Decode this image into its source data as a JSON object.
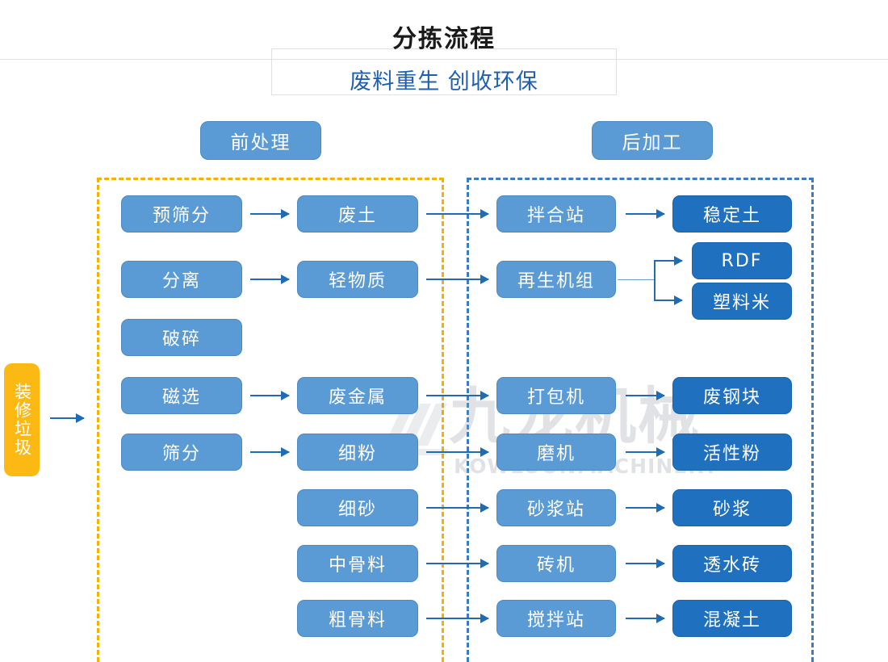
{
  "header": {
    "title": "分拣流程",
    "subtitle": "废料重生 创收环保"
  },
  "sections": {
    "pre_label": "前处理",
    "post_label": "后加工"
  },
  "input": {
    "label": "装修垃圾"
  },
  "watermark": {
    "cn": "九龙机械",
    "en": "KOWLOONMACHINERY"
  },
  "colors": {
    "light_blue": "#5b9bd5",
    "dark_blue": "#2070c0",
    "arrow_blue": "#1f6cb5",
    "orange_dash": "#f5b301",
    "blue_dash": "#3a7ebf",
    "input_yellow": "#fdb913",
    "subtitle_blue": "#1f5fb0"
  },
  "flow": {
    "col1": [
      {
        "label": "预筛分"
      },
      {
        "label": "分离"
      },
      {
        "label": "破碎"
      },
      {
        "label": "磁选"
      },
      {
        "label": "筛分"
      }
    ],
    "col2": [
      {
        "label": "废土"
      },
      {
        "label": "轻物质"
      },
      {
        "label": "废金属"
      },
      {
        "label": "细粉"
      },
      {
        "label": "细砂"
      },
      {
        "label": "中骨料"
      },
      {
        "label": "粗骨料"
      }
    ],
    "col3": [
      {
        "label": "拌合站"
      },
      {
        "label": "再生机组"
      },
      {
        "label": "打包机"
      },
      {
        "label": "磨机"
      },
      {
        "label": "砂浆站"
      },
      {
        "label": "砖机"
      },
      {
        "label": "搅拌站"
      }
    ],
    "col4": [
      {
        "label": "稳定土"
      },
      {
        "label": "RDF"
      },
      {
        "label": "塑料米"
      },
      {
        "label": "废钢块"
      },
      {
        "label": "活性粉"
      },
      {
        "label": "砂浆"
      },
      {
        "label": "透水砖"
      },
      {
        "label": "混凝土"
      }
    ]
  }
}
